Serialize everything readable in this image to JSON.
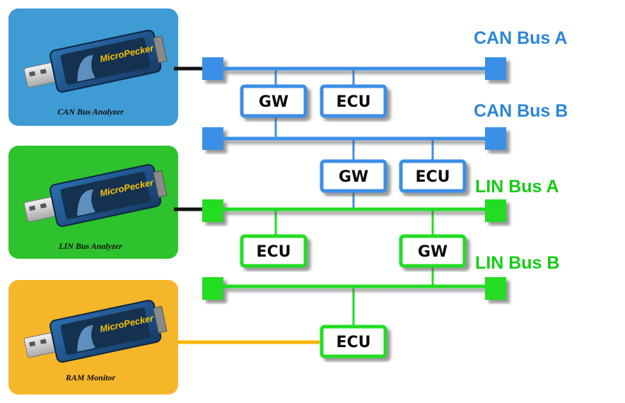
{
  "colors": {
    "can": "#3b8fe6",
    "lin": "#22dd22",
    "ram": "#f7b500",
    "cable": "#111111",
    "bus_label_can": "#2a86d8",
    "bus_label_lin": "#14cc14"
  },
  "analyzers": [
    {
      "caption": "CAN Bus Analyzer",
      "panel_color": "#3e9bd4",
      "brand": "MicroPecker"
    },
    {
      "caption": "LIN Bus Analyzer",
      "panel_color": "#2ec22e",
      "brand": "MicroPecker"
    },
    {
      "caption": "RAM Monitor",
      "panel_color": "#f6b629",
      "brand": "MicroPecker"
    }
  ],
  "buses": [
    {
      "label": "CAN Bus A",
      "kind": "can"
    },
    {
      "label": "CAN Bus B",
      "kind": "can"
    },
    {
      "label": "LIN Bus A",
      "kind": "lin"
    },
    {
      "label": "LIN Bus B",
      "kind": "lin"
    }
  ],
  "nodes": {
    "gw_can_ab": "GW",
    "ecu_can_a": "ECU",
    "gw_can_lin": "GW",
    "ecu_can_b": "ECU",
    "ecu_lin_a": "ECU",
    "gw_lin_ab": "GW",
    "ecu_ram": "ECU"
  }
}
